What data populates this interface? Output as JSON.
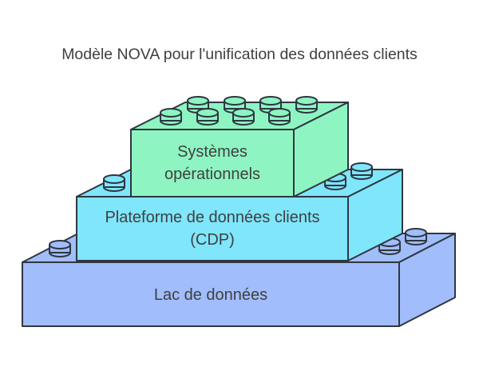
{
  "title": "Modèle NOVA pour l'unification des données clients",
  "layers": [
    {
      "label_lines": [
        "Systèmes",
        "opérationnels"
      ]
    },
    {
      "label_lines": [
        "Plateforme de données clients",
        "(CDP)"
      ]
    },
    {
      "label_lines": [
        "Lac de données"
      ]
    }
  ],
  "colors": {
    "top": "#8ef5c2",
    "middle": "#7fe6fb",
    "bottom": "#a2bdfb",
    "stroke": "#2f3640",
    "text": "#3f3f3f"
  }
}
